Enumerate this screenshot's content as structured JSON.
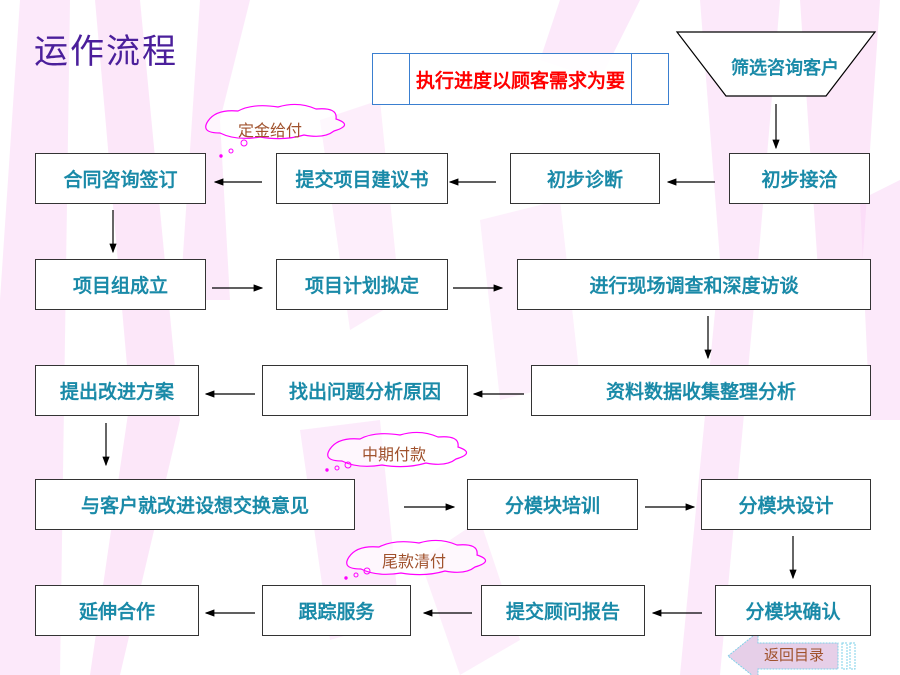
{
  "title": "运作流程",
  "banner": "执行进度以顾客需求为要",
  "start": "筛选咨询客户",
  "steps": {
    "s1": "初步接洽",
    "s2": "初步诊断",
    "s3": "提交项目建议书",
    "s4": "合同咨询签订",
    "s5": "项目组成立",
    "s6": "项目计划拟定",
    "s7": "进行现场调查和深度访谈",
    "s8": "资料数据收集整理分析",
    "s9": "找出问题分析原因",
    "s10": "提出改进方案",
    "s11": "与客户就改进设想交换意见",
    "s12": "分模块培训",
    "s13": "分模块设计",
    "s14": "分模块确认",
    "s15": "提交顾问报告",
    "s16": "跟踪服务",
    "s17": "延伸合作"
  },
  "payments": {
    "deposit": "定金给付",
    "midterm": "中期付款",
    "final": "尾款清付"
  },
  "nav": {
    "back_label": "返回目录"
  },
  "colors": {
    "title": "#4b1f9b",
    "banner_text": "#ff0000",
    "step_text": "#1a8aa8",
    "cloud_stroke": "#ff00ff",
    "cloud_text": "#a0522d"
  }
}
